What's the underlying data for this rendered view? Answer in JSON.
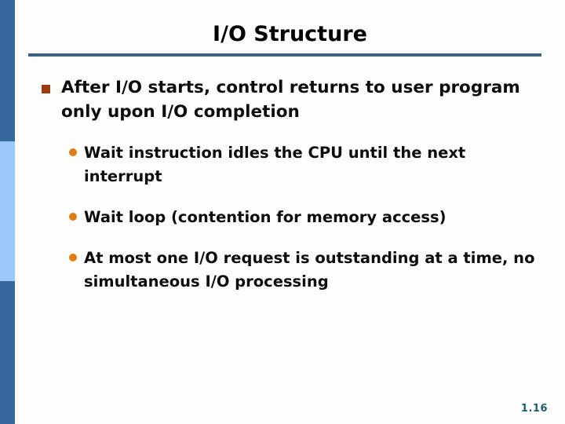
{
  "slide": {
    "title": "I/O Structure",
    "page_number": "1.16",
    "colors": {
      "band_dark": "#36689c",
      "band_light": "#9cc9fc",
      "title_rule": "#3d6384",
      "square_bullet": "#9c3a12",
      "round_bullet": "#df7c16",
      "page_number_text": "#1f5c6e",
      "background": "#fdfdfb",
      "body_text": "#0d0d0d"
    },
    "bullets": [
      {
        "level": 1,
        "marker": "square-bullet-icon",
        "text": "After I/O starts, control returns to user program only upon I/O completion"
      },
      {
        "level": 2,
        "marker": "round-bullet-icon",
        "text": "Wait instruction idles the CPU until the next interrupt"
      },
      {
        "level": 2,
        "marker": "round-bullet-icon",
        "text": "Wait loop (contention for memory access)"
      },
      {
        "level": 2,
        "marker": "round-bullet-icon",
        "text": "At most one I/O request is outstanding at a time, no simultaneous I/O processing"
      }
    ]
  }
}
